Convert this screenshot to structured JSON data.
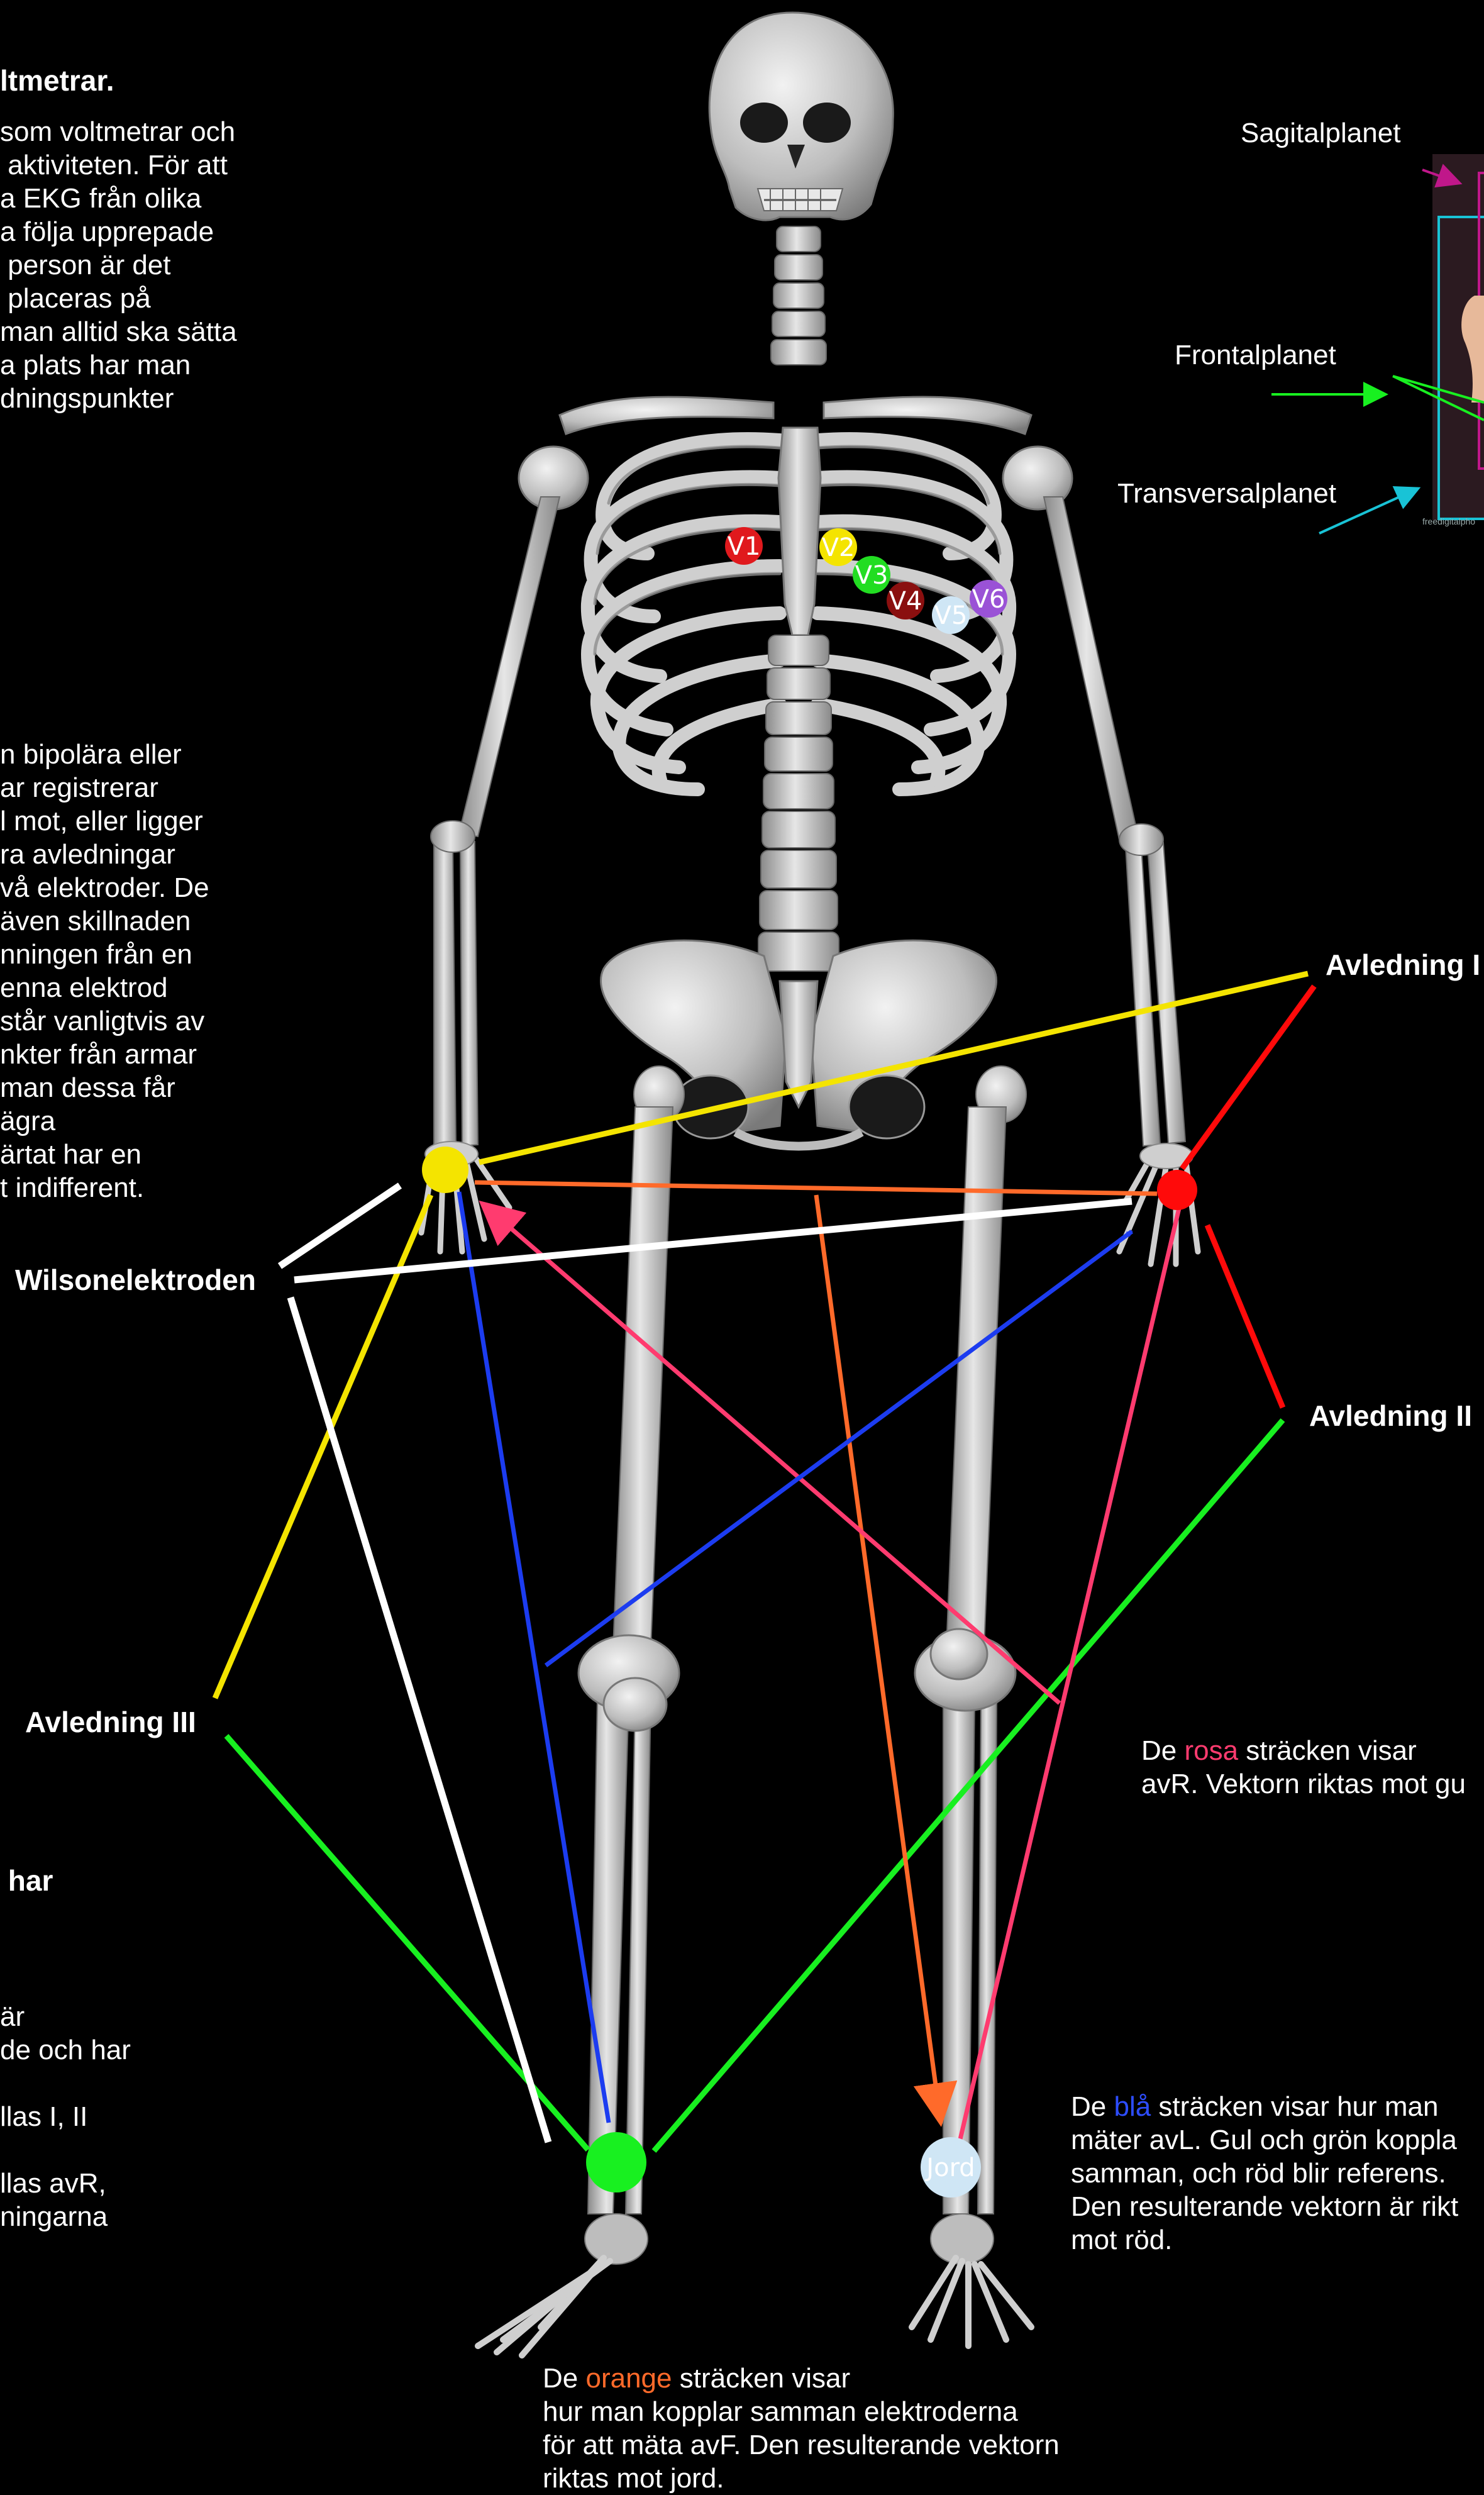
{
  "intro": {
    "heading": "ltmetrar.",
    "lines": [
      "som voltmetrar och",
      " aktiviteten. För att",
      "a EKG från olika",
      "a följa upprepade",
      " person är det",
      " placeras på",
      "man alltid ska sätta",
      "a plats har man",
      "dningspunkter"
    ]
  },
  "bipolar": {
    "lines": [
      "n bipolära eller",
      "ar registrerar",
      "l mot, eller ligger",
      "ra avledningar",
      "vå elektroder. De",
      "även skillnaden",
      "nningen från en",
      "enna elektrod",
      "står vanligtvis av",
      "nkter från armar",
      "man dessa får",
      "ägra",
      "ärtat har en",
      "t indifferent."
    ]
  },
  "left_bottom": {
    "heading": " har",
    "lines": [
      "är",
      "de och har",
      "",
      "llas I, II",
      "",
      "llas avR,",
      "ningarna"
    ]
  },
  "labels": {
    "wilson": "Wilsonelektroden",
    "lead1": "Avledning I",
    "lead2": "Avledning II",
    "lead3": "Avledning III"
  },
  "planes": {
    "sagital": "Sagitalplanet",
    "frontal": "Frontalplanet",
    "transversal": "Transversalplanet",
    "watermark": "freedigitalpho"
  },
  "chest_electrodes": [
    {
      "label": "V1",
      "color": "#e0191d"
    },
    {
      "label": "V2",
      "color": "#f4e400"
    },
    {
      "label": "V3",
      "color": "#22dd22"
    },
    {
      "label": "V4",
      "color": "#8a0f0f"
    },
    {
      "label": "V5",
      "color": "#cfe6f5"
    },
    {
      "label": "V6",
      "color": "#9a52d6"
    }
  ],
  "limb_electrodes": {
    "right_arm": {
      "color": "#f4e400"
    },
    "left_arm": {
      "color": "#ff0a0a"
    },
    "left_leg": {
      "color": "#18f020"
    },
    "right_leg": {
      "label": "Jord",
      "color": "#cfe6f5"
    }
  },
  "notes": {
    "rosa": {
      "pre": "De ",
      "hl": "rosa",
      "post": " sträcken visar",
      "line2": "avR. Vektorn riktas mot gu"
    },
    "bla": {
      "pre": "De ",
      "hl": "blå",
      "post": " sträcken visar hur man",
      "lines": [
        "mäter avL. Gul och grön koppla",
        "samman, och röd blir referens.",
        "Den resulterande vektorn är rikt",
        "mot röd."
      ]
    },
    "orange": {
      "pre": "De ",
      "hl": "orange",
      "post": " sträcken visar",
      "lines": [
        "hur man kopplar samman elektroderna",
        "för att mäta avF. Den resulterande vektorn",
        "riktas mot jord."
      ]
    }
  },
  "colors": {
    "yellow": "#f4e400",
    "red": "#ff0a0a",
    "green": "#18f020",
    "blue": "#1c3cf0",
    "pink": "#ff3b6f",
    "orange": "#ff6a2a",
    "white": "#ffffff",
    "magenta": "#c0178a",
    "cyan": "#19c3d6",
    "bone": "#d9d9d9"
  }
}
